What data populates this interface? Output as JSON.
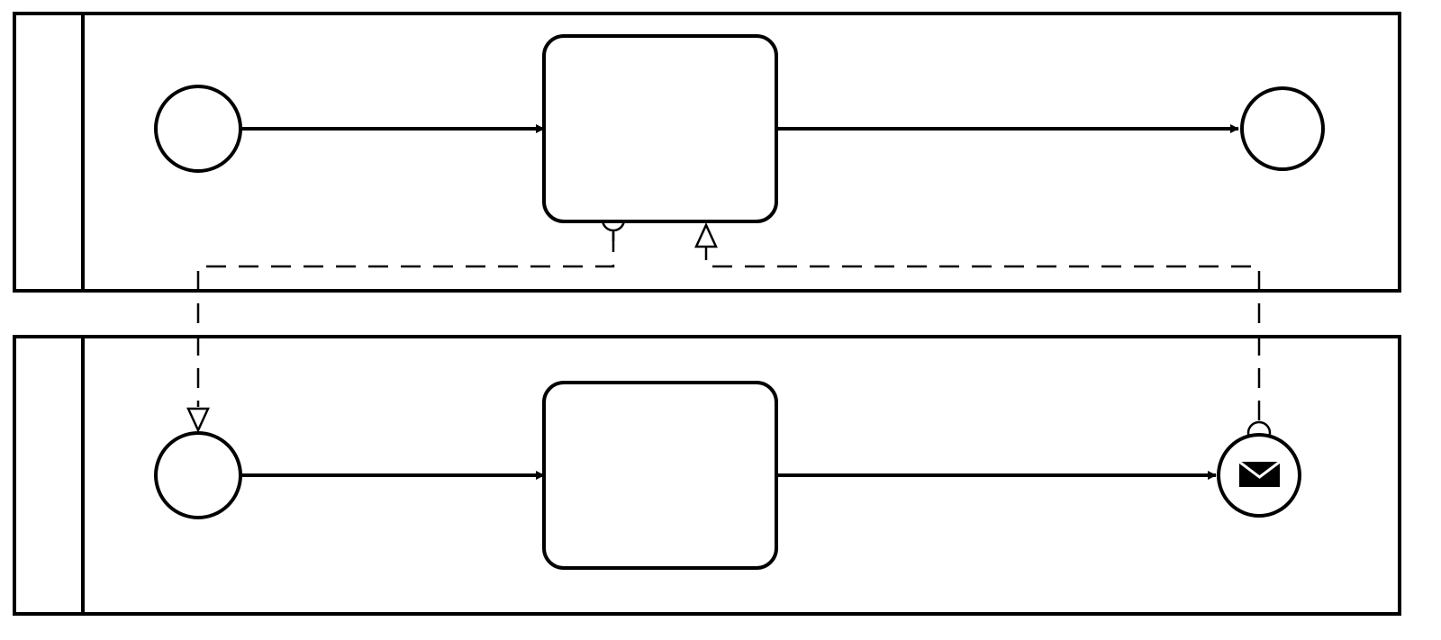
{
  "diagram": {
    "type": "bpmn-collaboration",
    "colors": {
      "stroke": "#000000",
      "fill": "#ffffff"
    },
    "pools": [
      {
        "id": "pool-1",
        "label": ""
      },
      {
        "id": "pool-2",
        "label": ""
      }
    ],
    "nodes": [
      {
        "id": "start-1",
        "kind": "start-event",
        "pool": "pool-1",
        "label": ""
      },
      {
        "id": "task-1",
        "kind": "task",
        "pool": "pool-1",
        "label": ""
      },
      {
        "id": "end-1",
        "kind": "end-event",
        "pool": "pool-1",
        "label": ""
      },
      {
        "id": "start-2",
        "kind": "start-event",
        "pool": "pool-2",
        "label": ""
      },
      {
        "id": "task-2",
        "kind": "task",
        "pool": "pool-2",
        "label": ""
      },
      {
        "id": "end-2",
        "kind": "message-end-event",
        "pool": "pool-2",
        "icon": "envelope-icon",
        "label": ""
      }
    ],
    "sequence_flows": [
      {
        "from": "start-1",
        "to": "task-1"
      },
      {
        "from": "task-1",
        "to": "end-1"
      },
      {
        "from": "start-2",
        "to": "task-2"
      },
      {
        "from": "task-2",
        "to": "end-2"
      }
    ],
    "message_flows": [
      {
        "from": "task-1",
        "to": "start-2"
      },
      {
        "from": "end-2",
        "to": "task-1"
      }
    ]
  }
}
